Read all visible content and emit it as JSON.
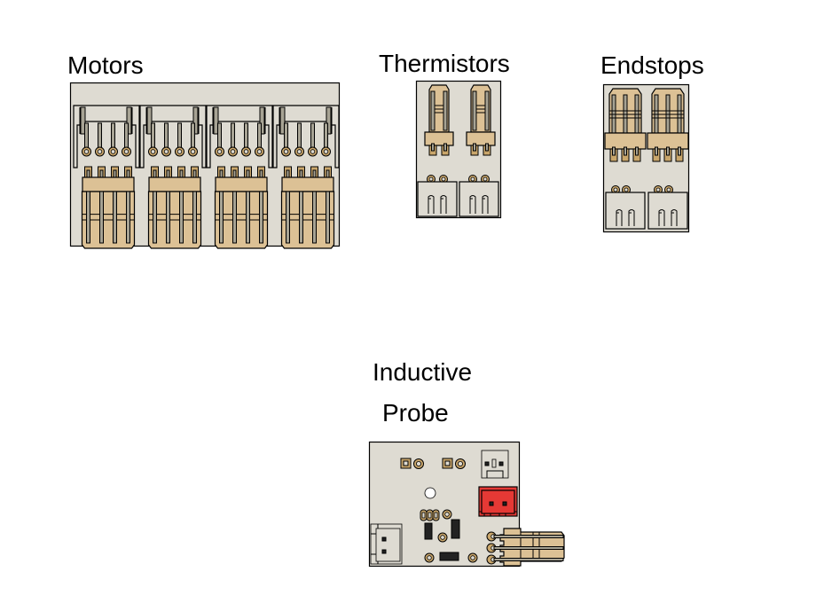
{
  "title": "Wiring diagram – connector groups",
  "groups": {
    "motors": {
      "label": "Motors",
      "connector_count": 4,
      "pins_per_connector": 4
    },
    "thermistors": {
      "label": "Thermistors",
      "connector_count": 2,
      "pins_per_connector": 2
    },
    "endstops": {
      "label": "Endstops",
      "connector_count": 2,
      "pins_per_connector": 3
    },
    "probe": {
      "label_line1": "Inductive",
      "label_line2": "Probe",
      "plug_pins": 3,
      "power_connector_pins": 2,
      "sensor_connector_pins": 2
    }
  },
  "colors": {
    "board": "#dedbd2",
    "plug_tan": "#dcc195",
    "pad_gold": "#c9a66b",
    "pin_gray": "#a7a394",
    "connector_red": "#e53935"
  }
}
